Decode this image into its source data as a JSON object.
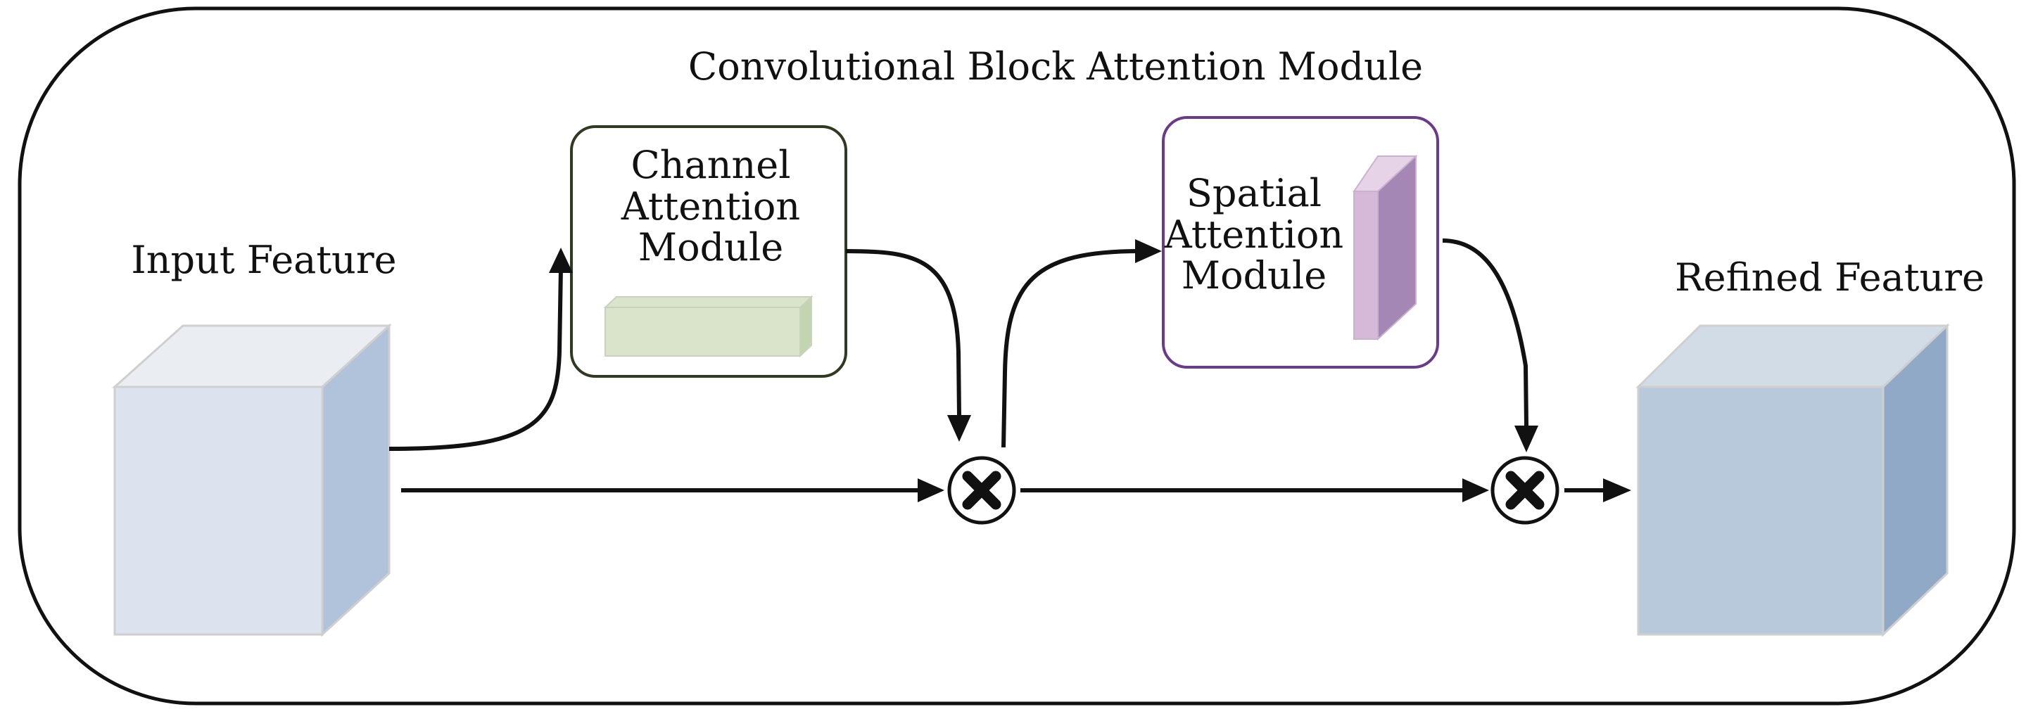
{
  "diagram": {
    "title": "Convolutional Block Attention Module",
    "input_feature": {
      "label": "Input Feature"
    },
    "channel_module": {
      "lines": [
        "Channel",
        "Attention",
        "Module"
      ]
    },
    "spatial_module": {
      "lines": [
        "Spatial",
        "Attention",
        "Module"
      ]
    },
    "refined_feature": {
      "label": "Refined Feature"
    },
    "operators": [
      {
        "symbol": "multiply-icon"
      },
      {
        "symbol": "multiply-icon"
      }
    ]
  },
  "colors": {
    "outline": "#111111",
    "input_cube_front": "#dde3ee",
    "input_cube_top": "#eaedf1",
    "input_cube_side": "#b0c3da",
    "refined_cube_front": "#b8c9db",
    "refined_cube_top": "#d1dce7",
    "refined_cube_side": "#8fa9c7",
    "channel_border": "#2f3a22",
    "channel_bar": "#d9e4cb",
    "spatial_border": "#6b3a88",
    "spatial_plate_front": "#d6b9d8",
    "spatial_plate_side": "#a487b5"
  }
}
